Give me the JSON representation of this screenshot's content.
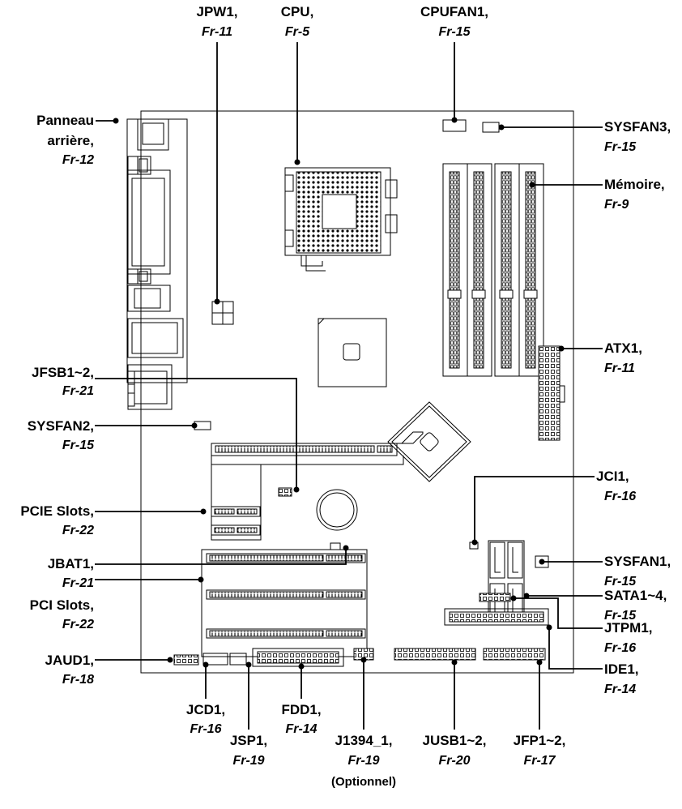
{
  "callouts": {
    "jpw1": {
      "name": "JPW1,",
      "page": "Fr-11"
    },
    "cpu": {
      "name": "CPU,",
      "page": "Fr-5"
    },
    "cpufan1": {
      "name": "CPUFAN1,",
      "page": "Fr-15"
    },
    "rear": {
      "name1": "Panneau",
      "name2": "arrière,",
      "page": "Fr-12"
    },
    "sysfan3": {
      "name": "SYSFAN3,",
      "page": "Fr-15"
    },
    "memory": {
      "name": "Mémoire,",
      "page": "Fr-9"
    },
    "atx1": {
      "name": "ATX1,",
      "page": "Fr-11"
    },
    "jfsb": {
      "name": "JFSB1~2,",
      "page": "Fr-21"
    },
    "sysfan2": {
      "name": "SYSFAN2,",
      "page": "Fr-15"
    },
    "pcie": {
      "name": "PCIE Slots,",
      "page": "Fr-22"
    },
    "jci1": {
      "name": "JCI1,",
      "page": "Fr-16"
    },
    "sysfan1": {
      "name": "SYSFAN1,",
      "page": "Fr-15"
    },
    "jbat1": {
      "name": "JBAT1,",
      "page": "Fr-21"
    },
    "sata": {
      "name": "SATA1~4,",
      "page": "Fr-15"
    },
    "pci": {
      "name": "PCI Slots,",
      "page": "Fr-22"
    },
    "jtpm1": {
      "name": "JTPM1,",
      "page": "Fr-16"
    },
    "jaud1": {
      "name": "JAUD1,",
      "page": "Fr-18"
    },
    "ide1": {
      "name": "IDE1,",
      "page": "Fr-14"
    },
    "jcd1": {
      "name": "JCD1,",
      "page": "Fr-16"
    },
    "fdd1": {
      "name": "FDD1,",
      "page": "Fr-14"
    },
    "jsp1": {
      "name": "JSP1,",
      "page": "Fr-19"
    },
    "j1394": {
      "name": "J1394_1,",
      "page": "Fr-19",
      "note": "(Optionnel)"
    },
    "jusb": {
      "name": "JUSB1~2,",
      "page": "Fr-20"
    },
    "jfp": {
      "name": "JFP1~2,",
      "page": "Fr-17"
    }
  }
}
